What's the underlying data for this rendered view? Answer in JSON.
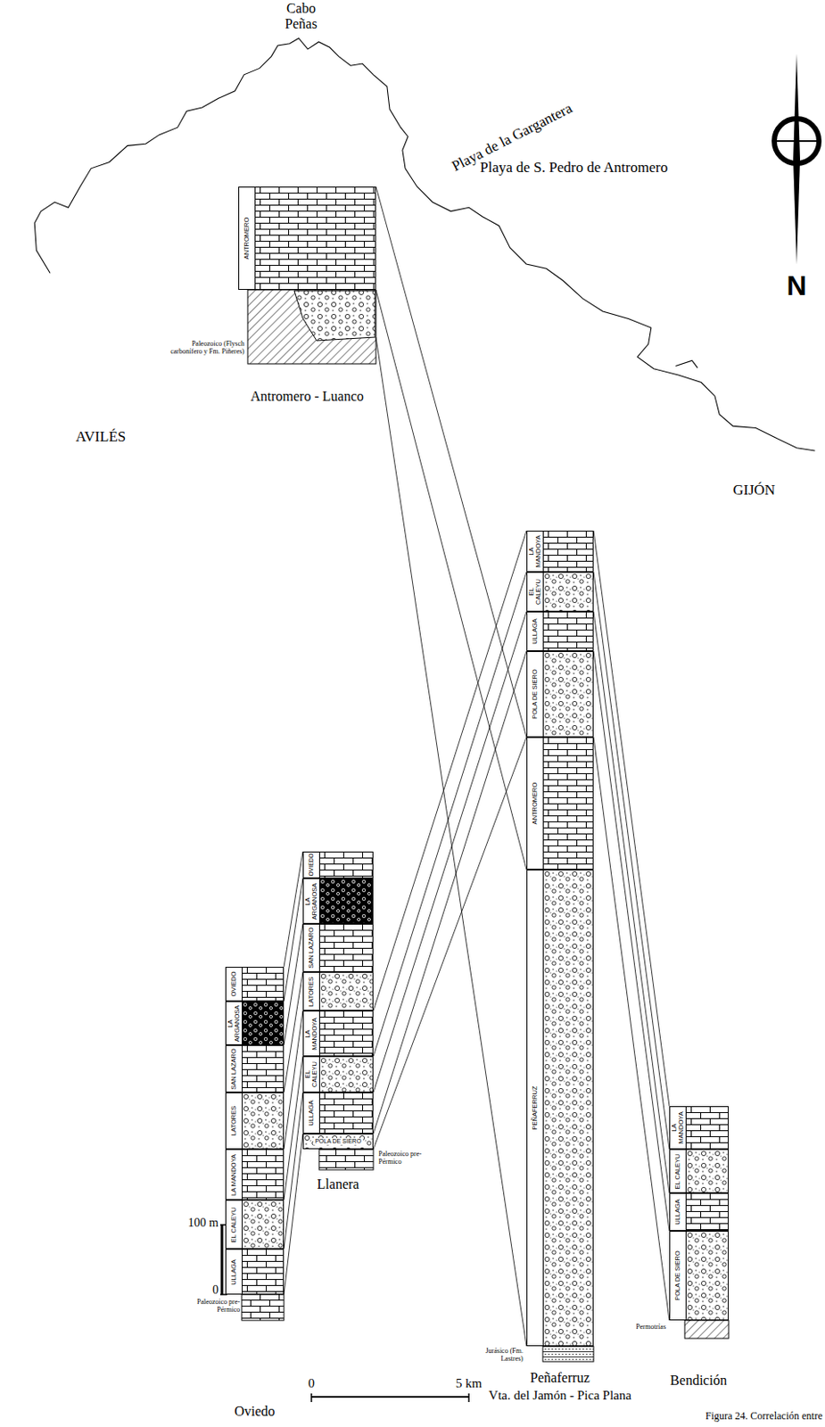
{
  "diagram": {
    "caption": "Figura 24. Correlación entre",
    "nodes": [
      {
        "text": [
          "ANTROMERO"
        ]
      },
      {
        "text": [
          "OVIEDO"
        ]
      },
      {
        "text": [
          "LA ARGANOSA"
        ]
      },
      {
        "text": [
          "SAN LAZARO"
        ]
      },
      {
        "text": [
          "LATORES"
        ]
      },
      {
        "text": [
          "LA MANDOYA"
        ]
      },
      {
        "text": [
          "EL CALEYU"
        ]
      },
      {
        "text": [
          "ULLAGA"
        ]
      },
      {
        "text": [
          "OVIEDO"
        ]
      },
      {
        "text": [
          "LA ARGANOSA"
        ]
      },
      {
        "text": [
          "SAN LAZARO"
        ]
      },
      {
        "text": [
          "LATORES"
        ]
      },
      {
        "text": [
          "LA MANDOYA"
        ]
      },
      {
        "text": [
          "EL CALEYU"
        ]
      },
      {
        "text": [
          "ULLAGA"
        ]
      },
      {
        "text": [
          "POLA DE SIERO"
        ]
      },
      {
        "text": [
          "LA MANDOYA"
        ]
      },
      {
        "text": [
          "EL CALEYU"
        ]
      },
      {
        "text": [
          "ULLAGA"
        ]
      },
      {
        "text": [
          "POLA DE SIERO"
        ]
      },
      {
        "text": [
          "ANTROMERO"
        ]
      },
      {
        "text": [
          "PEÑAFERRUZ"
        ]
      },
      {
        "text": [
          "LA MANDOYA"
        ]
      },
      {
        "text": [
          "EL CALEYU"
        ]
      },
      {
        "text": [
          "ULLAGA"
        ]
      },
      {
        "text": [
          "POLA DE SIERO"
        ]
      }
    ],
    "edges": [
      {
        "from": 1,
        "to": 8,
        "arrow": "none"
      },
      {
        "from": 2,
        "to": 9,
        "arrow": "none"
      },
      {
        "from": 3,
        "to": 10,
        "arrow": "none"
      },
      {
        "from": 4,
        "to": 11,
        "arrow": "none"
      },
      {
        "from": 5,
        "to": 12,
        "arrow": "none"
      },
      {
        "from": 6,
        "to": 13,
        "arrow": "none"
      },
      {
        "from": 7,
        "to": 14,
        "arrow": "none"
      },
      {
        "from": 7,
        "to": 15,
        "arrow": "none"
      },
      {
        "from": 12,
        "to": 16,
        "arrow": "none"
      },
      {
        "from": 13,
        "to": 17,
        "arrow": "none"
      },
      {
        "from": 14,
        "to": 18,
        "arrow": "none"
      },
      {
        "from": 15,
        "to": 19,
        "arrow": "none"
      },
      {
        "from": 15,
        "to": 20,
        "arrow": "none"
      },
      {
        "from": 16,
        "to": 22,
        "arrow": "none"
      },
      {
        "from": 17,
        "to": 23,
        "arrow": "none"
      },
      {
        "from": 18,
        "to": 24,
        "arrow": "none"
      },
      {
        "from": 19,
        "to": 25,
        "arrow": "none"
      },
      {
        "from": 19,
        "to": 25,
        "arrow": "none"
      },
      {
        "from": 0,
        "to": 20,
        "arrow": "none"
      },
      {
        "from": 0,
        "to": 20,
        "arrow": "none"
      }
    ],
    "labels": [
      "Cabo",
      "Peñas",
      "Playa de la Gargantera",
      "Playa de S. Pedro de Antromero",
      "AVILÉS",
      "GIJÓN",
      "N",
      "Paleozoico (Flysch carbonífero y Fm. Piñeres)",
      "Antromero - Luanco",
      "Paleozoico pre-Pérmico",
      "Llanera",
      "100 m",
      "0",
      "Paleozoico pre-Pérmico",
      "Oviedo",
      "Jurásico (Fm. Lastres)",
      "Peñaferruz",
      "Vta. del Jamón - Pica Plana",
      "Permotrías",
      "Bendición",
      "0",
      "5 km"
    ]
  }
}
